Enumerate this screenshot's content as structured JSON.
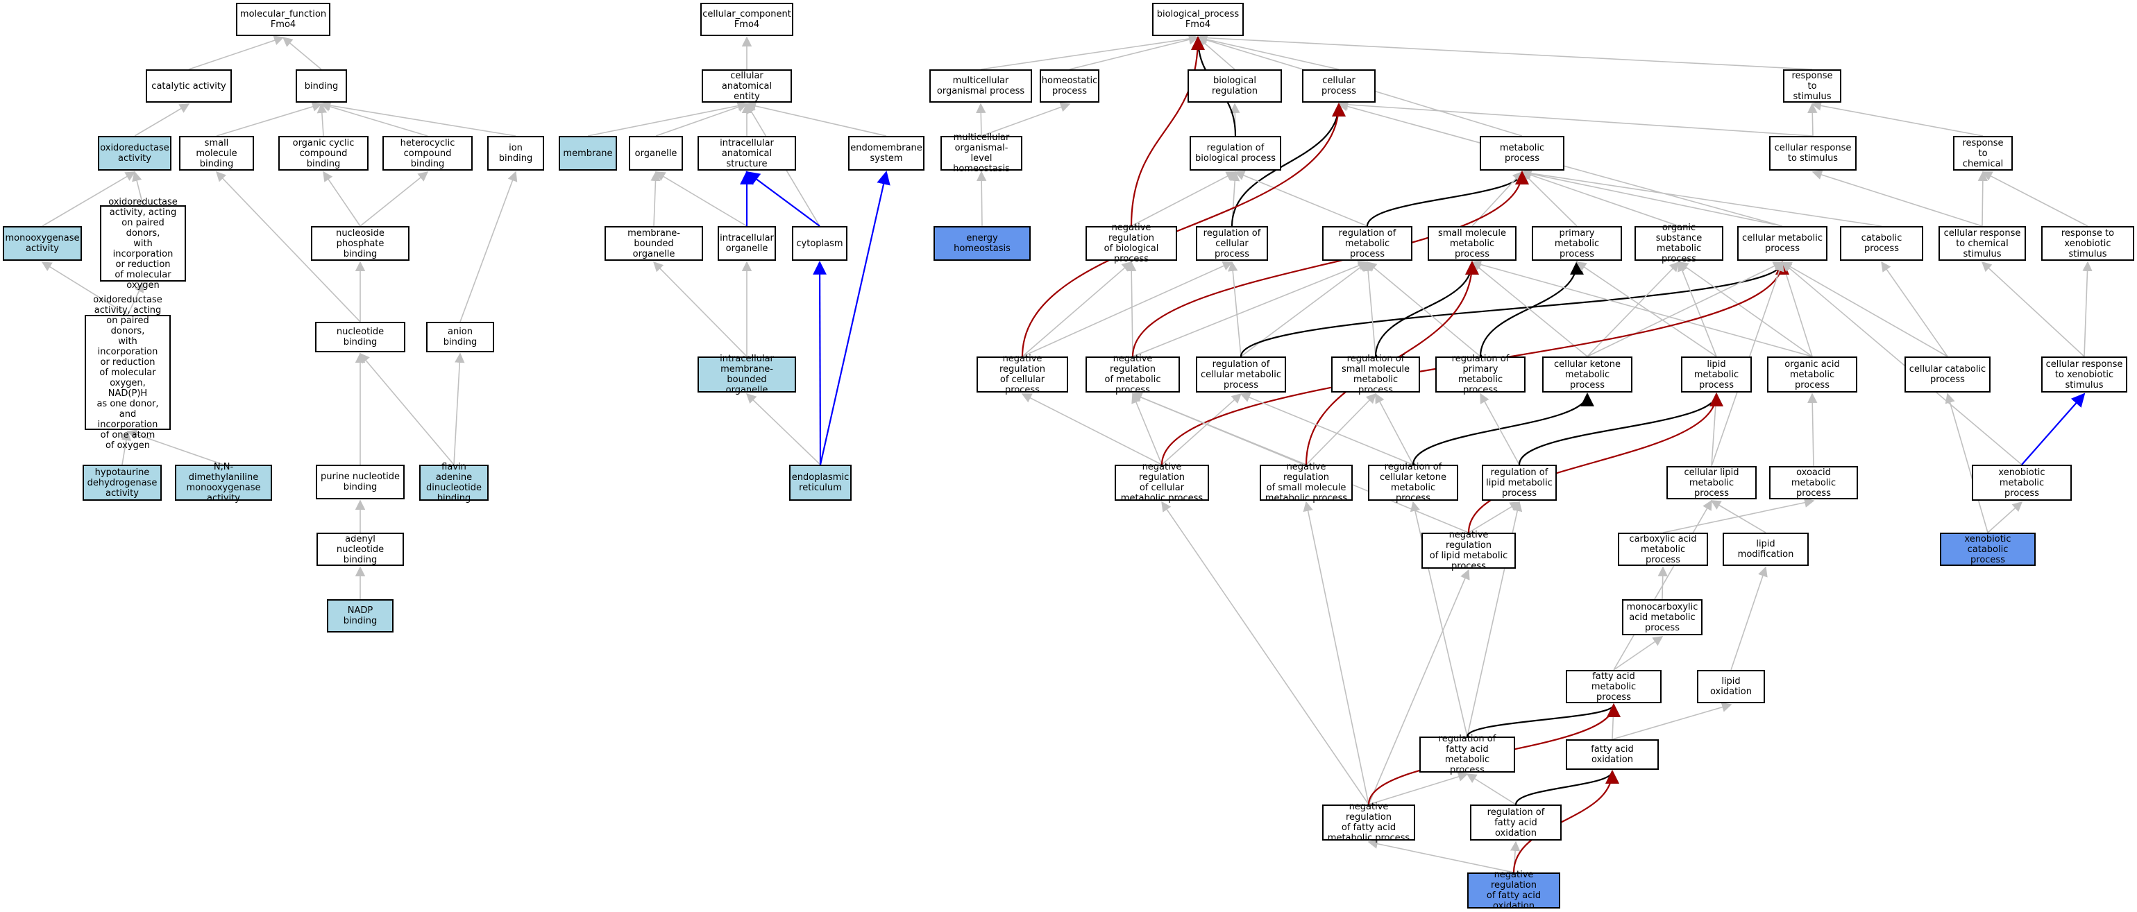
{
  "colors": {
    "annotated_light": "#add8e6",
    "annotated_blue": "#6495ed",
    "edge_is_a": "#c0c0c0",
    "edge_part_of": "#0000ff",
    "edge_regulates": "#000000",
    "edge_negatively_regulates": "#a00000"
  },
  "nodes": {
    "mf": {
      "label": "molecular_function\nFmo4"
    },
    "catalytic": {
      "label": "catalytic activity"
    },
    "binding": {
      "label": "binding"
    },
    "oxidoreductase": {
      "label": "oxidoreductase\nactivity",
      "style": "light"
    },
    "small_mol_binding": {
      "label": "small molecule\nbinding"
    },
    "org_cyclic": {
      "label": "organic cyclic\ncompound binding"
    },
    "heterocyclic": {
      "label": "heterocyclic\ncompound binding"
    },
    "ion_binding": {
      "label": "ion binding"
    },
    "monooxygenase": {
      "label": "monooxygenase\nactivity",
      "style": "light"
    },
    "oxido_paired": {
      "label": "oxidoreductase\nactivity, acting\non paired donors,\nwith incorporation\nor reduction\nof molecular\noxygen"
    },
    "nucleoside_phos": {
      "label": "nucleoside phosphate\nbinding"
    },
    "oxido_nadph": {
      "label": "oxidoreductase\nactivity, acting\non paired donors,\nwith incorporation\nor reduction\nof molecular\noxygen, NAD(P)H\nas one donor,\nand incorporation\nof one atom\nof oxygen"
    },
    "nucleotide_binding": {
      "label": "nucleotide binding"
    },
    "anion_binding": {
      "label": "anion binding"
    },
    "hypotaurine": {
      "label": "hypotaurine\ndehydrogenase\nactivity",
      "style": "light"
    },
    "dimethylaniline": {
      "label": "N,N-dimethylaniline\nmonooxygenase\nactivity",
      "style": "light"
    },
    "purine": {
      "label": "purine nucleotide\nbinding"
    },
    "fad": {
      "label": "flavin adenine\ndinucleotide\nbinding",
      "style": "light"
    },
    "adenyl": {
      "label": "adenyl nucleotide\nbinding"
    },
    "nadp": {
      "label": "NADP binding",
      "style": "light"
    },
    "cc": {
      "label": "cellular_component\nFmo4"
    },
    "cae": {
      "label": "cellular anatomical\nentity"
    },
    "membrane": {
      "label": "membrane",
      "style": "light"
    },
    "organelle": {
      "label": "organelle"
    },
    "intra_struct": {
      "label": "intracellular\nanatomical structure"
    },
    "endomembrane": {
      "label": "endomembrane\nsystem"
    },
    "mem_bound_org": {
      "label": "membrane-bounded\norganelle"
    },
    "intra_org": {
      "label": "intracellular\norganelle"
    },
    "cytoplasm": {
      "label": "cytoplasm"
    },
    "intra_mem_org": {
      "label": "intracellular\nmembrane-bounded\norganelle",
      "style": "light"
    },
    "er": {
      "label": "endoplasmic\nreticulum",
      "style": "light"
    },
    "bp": {
      "label": "biological_process\nFmo4"
    },
    "multicell_org": {
      "label": "multicellular\norganismal process"
    },
    "homeostatic": {
      "label": "homeostatic\nprocess"
    },
    "bio_reg": {
      "label": "biological regulation"
    },
    "cell_proc": {
      "label": "cellular process"
    },
    "resp_stim": {
      "label": "response to\nstimulus"
    },
    "multicell_homeo": {
      "label": "multicellular\norganismal-level\nhomeostasis"
    },
    "reg_bio": {
      "label": "regulation of\nbiological process"
    },
    "metab": {
      "label": "metabolic process"
    },
    "cell_resp_stim": {
      "label": "cellular response\nto stimulus"
    },
    "resp_chem": {
      "label": "response to\nchemical"
    },
    "energy_homeo": {
      "label": "energy homeostasis",
      "style": "blue"
    },
    "neg_reg_bio": {
      "label": "negative regulation\nof biological\nprocess"
    },
    "reg_cell": {
      "label": "regulation of\ncellular process"
    },
    "reg_metab": {
      "label": "regulation of\nmetabolic process"
    },
    "small_mol_metab": {
      "label": "small molecule\nmetabolic process"
    },
    "primary_metab": {
      "label": "primary metabolic\nprocess"
    },
    "org_subst": {
      "label": "organic substance\nmetabolic process"
    },
    "cell_metab": {
      "label": "cellular metabolic\nprocess"
    },
    "catabolic": {
      "label": "catabolic process"
    },
    "cell_resp_chem": {
      "label": "cellular response\nto chemical\nstimulus"
    },
    "resp_xeno": {
      "label": "response to\nxenobiotic stimulus"
    },
    "neg_reg_cell": {
      "label": "negative regulation\nof cellular\nprocess"
    },
    "neg_reg_metab": {
      "label": "negative regulation\nof metabolic\nprocess"
    },
    "reg_cell_metab": {
      "label": "regulation of\ncellular metabolic\nprocess"
    },
    "reg_small_mol": {
      "label": "regulation of\nsmall molecule\nmetabolic process"
    },
    "reg_primary": {
      "label": "regulation of\nprimary metabolic\nprocess"
    },
    "ketone": {
      "label": "cellular ketone\nmetabolic process"
    },
    "lipid_metab": {
      "label": "lipid metabolic\nprocess"
    },
    "organic_acid": {
      "label": "organic acid\nmetabolic process"
    },
    "cell_catab": {
      "label": "cellular catabolic\nprocess"
    },
    "cell_resp_xeno": {
      "label": "cellular response\nto xenobiotic\nstimulus"
    },
    "neg_reg_cell_metab": {
      "label": "negative regulation\nof cellular\nmetabolic process"
    },
    "neg_reg_small_mol": {
      "label": "negative regulation\nof small molecule\nmetabolic process"
    },
    "reg_ketone": {
      "label": "regulation of\ncellular ketone\nmetabolic process"
    },
    "reg_lipid": {
      "label": "regulation of\nlipid metabolic\nprocess"
    },
    "cell_lipid": {
      "label": "cellular lipid\nmetabolic process"
    },
    "oxoacid": {
      "label": "oxoacid metabolic\nprocess"
    },
    "xeno_metab": {
      "label": "xenobiotic metabolic\nprocess"
    },
    "neg_reg_lipid": {
      "label": "negative regulation\nof lipid metabolic\nprocess"
    },
    "carboxylic": {
      "label": "carboxylic acid\nmetabolic process"
    },
    "lipid_mod": {
      "label": "lipid modification"
    },
    "xeno_catab": {
      "label": "xenobiotic catabolic\nprocess",
      "style": "blue"
    },
    "monocarb": {
      "label": "monocarboxylic\nacid metabolic\nprocess"
    },
    "fatty_acid": {
      "label": "fatty acid metabolic\nprocess"
    },
    "lipid_ox": {
      "label": "lipid oxidation"
    },
    "reg_fatty": {
      "label": "regulation of\nfatty acid metabolic\nprocess"
    },
    "fatty_ox": {
      "label": "fatty acid oxidation"
    },
    "neg_reg_fatty": {
      "label": "negative regulation\nof fatty acid\nmetabolic process"
    },
    "reg_fatty_ox": {
      "label": "regulation of\nfatty acid oxidation"
    },
    "neg_reg_fatty_ox": {
      "label": "negative regulation\nof fatty acid\noxidation",
      "style": "blue"
    }
  },
  "edges": [
    [
      "catalytic",
      "mf",
      "is_a"
    ],
    [
      "binding",
      "mf",
      "is_a"
    ],
    [
      "oxidoreductase",
      "catalytic",
      "is_a"
    ],
    [
      "small_mol_binding",
      "binding",
      "is_a"
    ],
    [
      "org_cyclic",
      "binding",
      "is_a"
    ],
    [
      "heterocyclic",
      "binding",
      "is_a"
    ],
    [
      "ion_binding",
      "binding",
      "is_a"
    ],
    [
      "monooxygenase",
      "oxidoreductase",
      "is_a"
    ],
    [
      "oxido_paired",
      "oxidoreductase",
      "is_a"
    ],
    [
      "nucleoside_phos",
      "org_cyclic",
      "is_a"
    ],
    [
      "nucleoside_phos",
      "heterocyclic",
      "is_a"
    ],
    [
      "oxido_nadph",
      "monooxygenase",
      "is_a"
    ],
    [
      "oxido_nadph",
      "oxido_paired",
      "is_a"
    ],
    [
      "nucleotide_binding",
      "nucleoside_phos",
      "is_a"
    ],
    [
      "nucleotide_binding",
      "small_mol_binding",
      "is_a"
    ],
    [
      "anion_binding",
      "ion_binding",
      "is_a"
    ],
    [
      "hypotaurine",
      "oxido_nadph",
      "is_a"
    ],
    [
      "dimethylaniline",
      "oxido_nadph",
      "is_a"
    ],
    [
      "purine",
      "nucleotide_binding",
      "is_a"
    ],
    [
      "fad",
      "nucleotide_binding",
      "is_a"
    ],
    [
      "fad",
      "anion_binding",
      "is_a"
    ],
    [
      "adenyl",
      "purine",
      "is_a"
    ],
    [
      "nadp",
      "adenyl",
      "is_a"
    ],
    [
      "cae",
      "cc",
      "is_a"
    ],
    [
      "membrane",
      "cae",
      "is_a"
    ],
    [
      "organelle",
      "cae",
      "is_a"
    ],
    [
      "intra_struct",
      "cae",
      "is_a"
    ],
    [
      "endomembrane",
      "cae",
      "is_a"
    ],
    [
      "cytoplasm",
      "cae",
      "is_a"
    ],
    [
      "mem_bound_org",
      "organelle",
      "is_a"
    ],
    [
      "intra_org",
      "organelle",
      "is_a"
    ],
    [
      "intra_org",
      "intra_struct",
      "part_of"
    ],
    [
      "cytoplasm",
      "intra_struct",
      "part_of"
    ],
    [
      "intra_mem_org",
      "mem_bound_org",
      "is_a"
    ],
    [
      "intra_mem_org",
      "intra_org",
      "is_a"
    ],
    [
      "er",
      "intra_mem_org",
      "is_a"
    ],
    [
      "er",
      "cytoplasm",
      "part_of"
    ],
    [
      "er",
      "endomembrane",
      "part_of"
    ],
    [
      "multicell_org",
      "bp",
      "is_a"
    ],
    [
      "homeostatic",
      "bp",
      "is_a"
    ],
    [
      "bio_reg",
      "bp",
      "is_a"
    ],
    [
      "cell_proc",
      "bp",
      "is_a"
    ],
    [
      "resp_stim",
      "bp",
      "is_a"
    ],
    [
      "metab",
      "bp",
      "is_a"
    ],
    [
      "multicell_homeo",
      "multicell_org",
      "is_a"
    ],
    [
      "multicell_homeo",
      "homeostatic",
      "is_a"
    ],
    [
      "energy_homeo",
      "multicell_homeo",
      "is_a"
    ],
    [
      "reg_bio",
      "bio_reg",
      "is_a"
    ],
    [
      "reg_bio",
      "bp",
      "regulates"
    ],
    [
      "cell_resp_stim",
      "cell_proc",
      "is_a"
    ],
    [
      "cell_resp_stim",
      "resp_stim",
      "is_a"
    ],
    [
      "resp_chem",
      "resp_stim",
      "is_a"
    ],
    [
      "neg_reg_bio",
      "reg_bio",
      "is_a"
    ],
    [
      "neg_reg_bio",
      "bp",
      "neg"
    ],
    [
      "reg_cell",
      "reg_bio",
      "is_a"
    ],
    [
      "reg_cell",
      "cell_proc",
      "regulates"
    ],
    [
      "reg_metab",
      "reg_bio",
      "is_a"
    ],
    [
      "reg_metab",
      "metab",
      "regulates"
    ],
    [
      "small_mol_metab",
      "metab",
      "is_a"
    ],
    [
      "primary_metab",
      "metab",
      "is_a"
    ],
    [
      "org_subst",
      "metab",
      "is_a"
    ],
    [
      "cell_metab",
      "metab",
      "is_a"
    ],
    [
      "cell_metab",
      "cell_proc",
      "is_a"
    ],
    [
      "catabolic",
      "metab",
      "is_a"
    ],
    [
      "cell_resp_chem",
      "cell_resp_stim",
      "is_a"
    ],
    [
      "cell_resp_chem",
      "resp_chem",
      "is_a"
    ],
    [
      "resp_xeno",
      "resp_chem",
      "is_a"
    ],
    [
      "neg_reg_cell",
      "neg_reg_bio",
      "is_a"
    ],
    [
      "neg_reg_cell",
      "reg_cell",
      "is_a"
    ],
    [
      "neg_reg_cell",
      "cell_proc",
      "neg"
    ],
    [
      "neg_reg_metab",
      "neg_reg_bio",
      "is_a"
    ],
    [
      "neg_reg_metab",
      "reg_metab",
      "is_a"
    ],
    [
      "neg_reg_metab",
      "metab",
      "neg"
    ],
    [
      "reg_cell_metab",
      "reg_cell",
      "is_a"
    ],
    [
      "reg_cell_metab",
      "reg_metab",
      "is_a"
    ],
    [
      "reg_cell_metab",
      "cell_metab",
      "regulates"
    ],
    [
      "reg_small_mol",
      "reg_metab",
      "is_a"
    ],
    [
      "reg_small_mol",
      "small_mol_metab",
      "regulates"
    ],
    [
      "reg_primary",
      "reg_metab",
      "is_a"
    ],
    [
      "reg_primary",
      "primary_metab",
      "regulates"
    ],
    [
      "ketone",
      "small_mol_metab",
      "is_a"
    ],
    [
      "ketone",
      "org_subst",
      "is_a"
    ],
    [
      "ketone",
      "cell_metab",
      "is_a"
    ],
    [
      "lipid_metab",
      "primary_metab",
      "is_a"
    ],
    [
      "lipid_metab",
      "org_subst",
      "is_a"
    ],
    [
      "organic_acid",
      "small_mol_metab",
      "is_a"
    ],
    [
      "organic_acid",
      "cell_metab",
      "is_a"
    ],
    [
      "organic_acid",
      "org_subst",
      "is_a"
    ],
    [
      "cell_catab",
      "catabolic",
      "is_a"
    ],
    [
      "cell_catab",
      "cell_metab",
      "is_a"
    ],
    [
      "cell_resp_xeno",
      "resp_xeno",
      "is_a"
    ],
    [
      "cell_resp_xeno",
      "cell_resp_chem",
      "is_a"
    ],
    [
      "neg_reg_cell_metab",
      "neg_reg_cell",
      "is_a"
    ],
    [
      "neg_reg_cell_metab",
      "reg_cell_metab",
      "is_a"
    ],
    [
      "neg_reg_cell_metab",
      "neg_reg_metab",
      "is_a"
    ],
    [
      "neg_reg_cell_metab",
      "cell_metab",
      "neg"
    ],
    [
      "neg_reg_small_mol",
      "neg_reg_metab",
      "is_a"
    ],
    [
      "neg_reg_small_mol",
      "reg_small_mol",
      "is_a"
    ],
    [
      "neg_reg_small_mol",
      "small_mol_metab",
      "neg"
    ],
    [
      "reg_ketone",
      "reg_cell_metab",
      "is_a"
    ],
    [
      "reg_ketone",
      "reg_small_mol",
      "is_a"
    ],
    [
      "reg_ketone",
      "ketone",
      "regulates"
    ],
    [
      "reg_lipid",
      "reg_primary",
      "is_a"
    ],
    [
      "reg_lipid",
      "lipid_metab",
      "regulates"
    ],
    [
      "cell_lipid",
      "lipid_metab",
      "is_a"
    ],
    [
      "cell_lipid",
      "cell_metab",
      "is_a"
    ],
    [
      "oxoacid",
      "organic_acid",
      "is_a"
    ],
    [
      "xeno_metab",
      "cell_metab",
      "is_a"
    ],
    [
      "xeno_metab",
      "cell_resp_xeno",
      "part_of"
    ],
    [
      "neg_reg_lipid",
      "reg_lipid",
      "is_a"
    ],
    [
      "neg_reg_lipid",
      "neg_reg_metab",
      "is_a"
    ],
    [
      "neg_reg_lipid",
      "lipid_metab",
      "neg"
    ],
    [
      "carboxylic",
      "oxoacid",
      "is_a"
    ],
    [
      "lipid_mod",
      "cell_lipid",
      "is_a"
    ],
    [
      "xeno_catab",
      "xeno_metab",
      "is_a"
    ],
    [
      "xeno_catab",
      "cell_catab",
      "is_a"
    ],
    [
      "monocarb",
      "carboxylic",
      "is_a"
    ],
    [
      "fatty_acid",
      "monocarb",
      "is_a"
    ],
    [
      "fatty_acid",
      "cell_lipid",
      "is_a"
    ],
    [
      "lipid_ox",
      "lipid_mod",
      "is_a"
    ],
    [
      "reg_fatty",
      "reg_lipid",
      "is_a"
    ],
    [
      "reg_fatty",
      "reg_ketone",
      "is_a"
    ],
    [
      "reg_fatty",
      "fatty_acid",
      "regulates"
    ],
    [
      "fatty_ox",
      "fatty_acid",
      "is_a"
    ],
    [
      "fatty_ox",
      "lipid_ox",
      "is_a"
    ],
    [
      "neg_reg_fatty",
      "reg_fatty",
      "is_a"
    ],
    [
      "neg_reg_fatty",
      "neg_reg_lipid",
      "is_a"
    ],
    [
      "neg_reg_fatty",
      "neg_reg_cell_metab",
      "is_a"
    ],
    [
      "neg_reg_fatty",
      "neg_reg_small_mol",
      "is_a"
    ],
    [
      "neg_reg_fatty",
      "fatty_acid",
      "neg"
    ],
    [
      "reg_fatty_ox",
      "reg_fatty",
      "is_a"
    ],
    [
      "reg_fatty_ox",
      "fatty_ox",
      "regulates"
    ],
    [
      "neg_reg_fatty_ox",
      "reg_fatty_ox",
      "is_a"
    ],
    [
      "neg_reg_fatty_ox",
      "neg_reg_fatty",
      "is_a"
    ],
    [
      "neg_reg_fatty_ox",
      "fatty_ox",
      "neg"
    ]
  ]
}
